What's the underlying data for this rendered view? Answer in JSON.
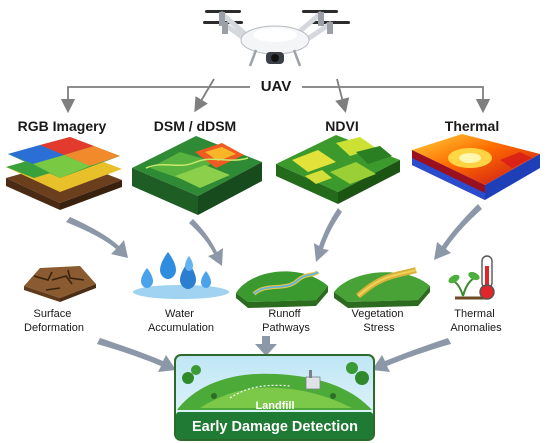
{
  "uav": {
    "label": "UAV",
    "icon": "drone-icon"
  },
  "sources": [
    {
      "label": "RGB Imagery",
      "icon": "rgb-layers-icon"
    },
    {
      "label": "DSM / dDSM",
      "icon": "dsm-terrain-icon"
    },
    {
      "label": "NDVI",
      "icon": "ndvi-map-icon"
    },
    {
      "label": "Thermal",
      "icon": "thermal-map-icon"
    }
  ],
  "indicators": [
    {
      "line1": "Surface",
      "line2": "Deformation",
      "icon": "cracked-ground-icon"
    },
    {
      "line1": "Water",
      "line2": "Accumulation",
      "icon": "water-drops-icon"
    },
    {
      "line1": "Runoff",
      "line2": "Pathways",
      "icon": "runoff-channel-icon"
    },
    {
      "line1": "Vegetation",
      "line2": "Stress",
      "icon": "stressed-vegetation-icon"
    },
    {
      "line1": "Thermal",
      "line2": "Anomalies",
      "icon": "thermometer-plant-icon"
    }
  ],
  "result": {
    "sublabel": "Landfill",
    "label": "Early Damage Detection",
    "icon": "landfill-scene-icon"
  },
  "colors": {
    "arrow_thin": "#7f7f7f",
    "arrow_thick": "#8c98a8",
    "result_banner": "#1f7a34",
    "result_border": "#2e6b2a"
  }
}
